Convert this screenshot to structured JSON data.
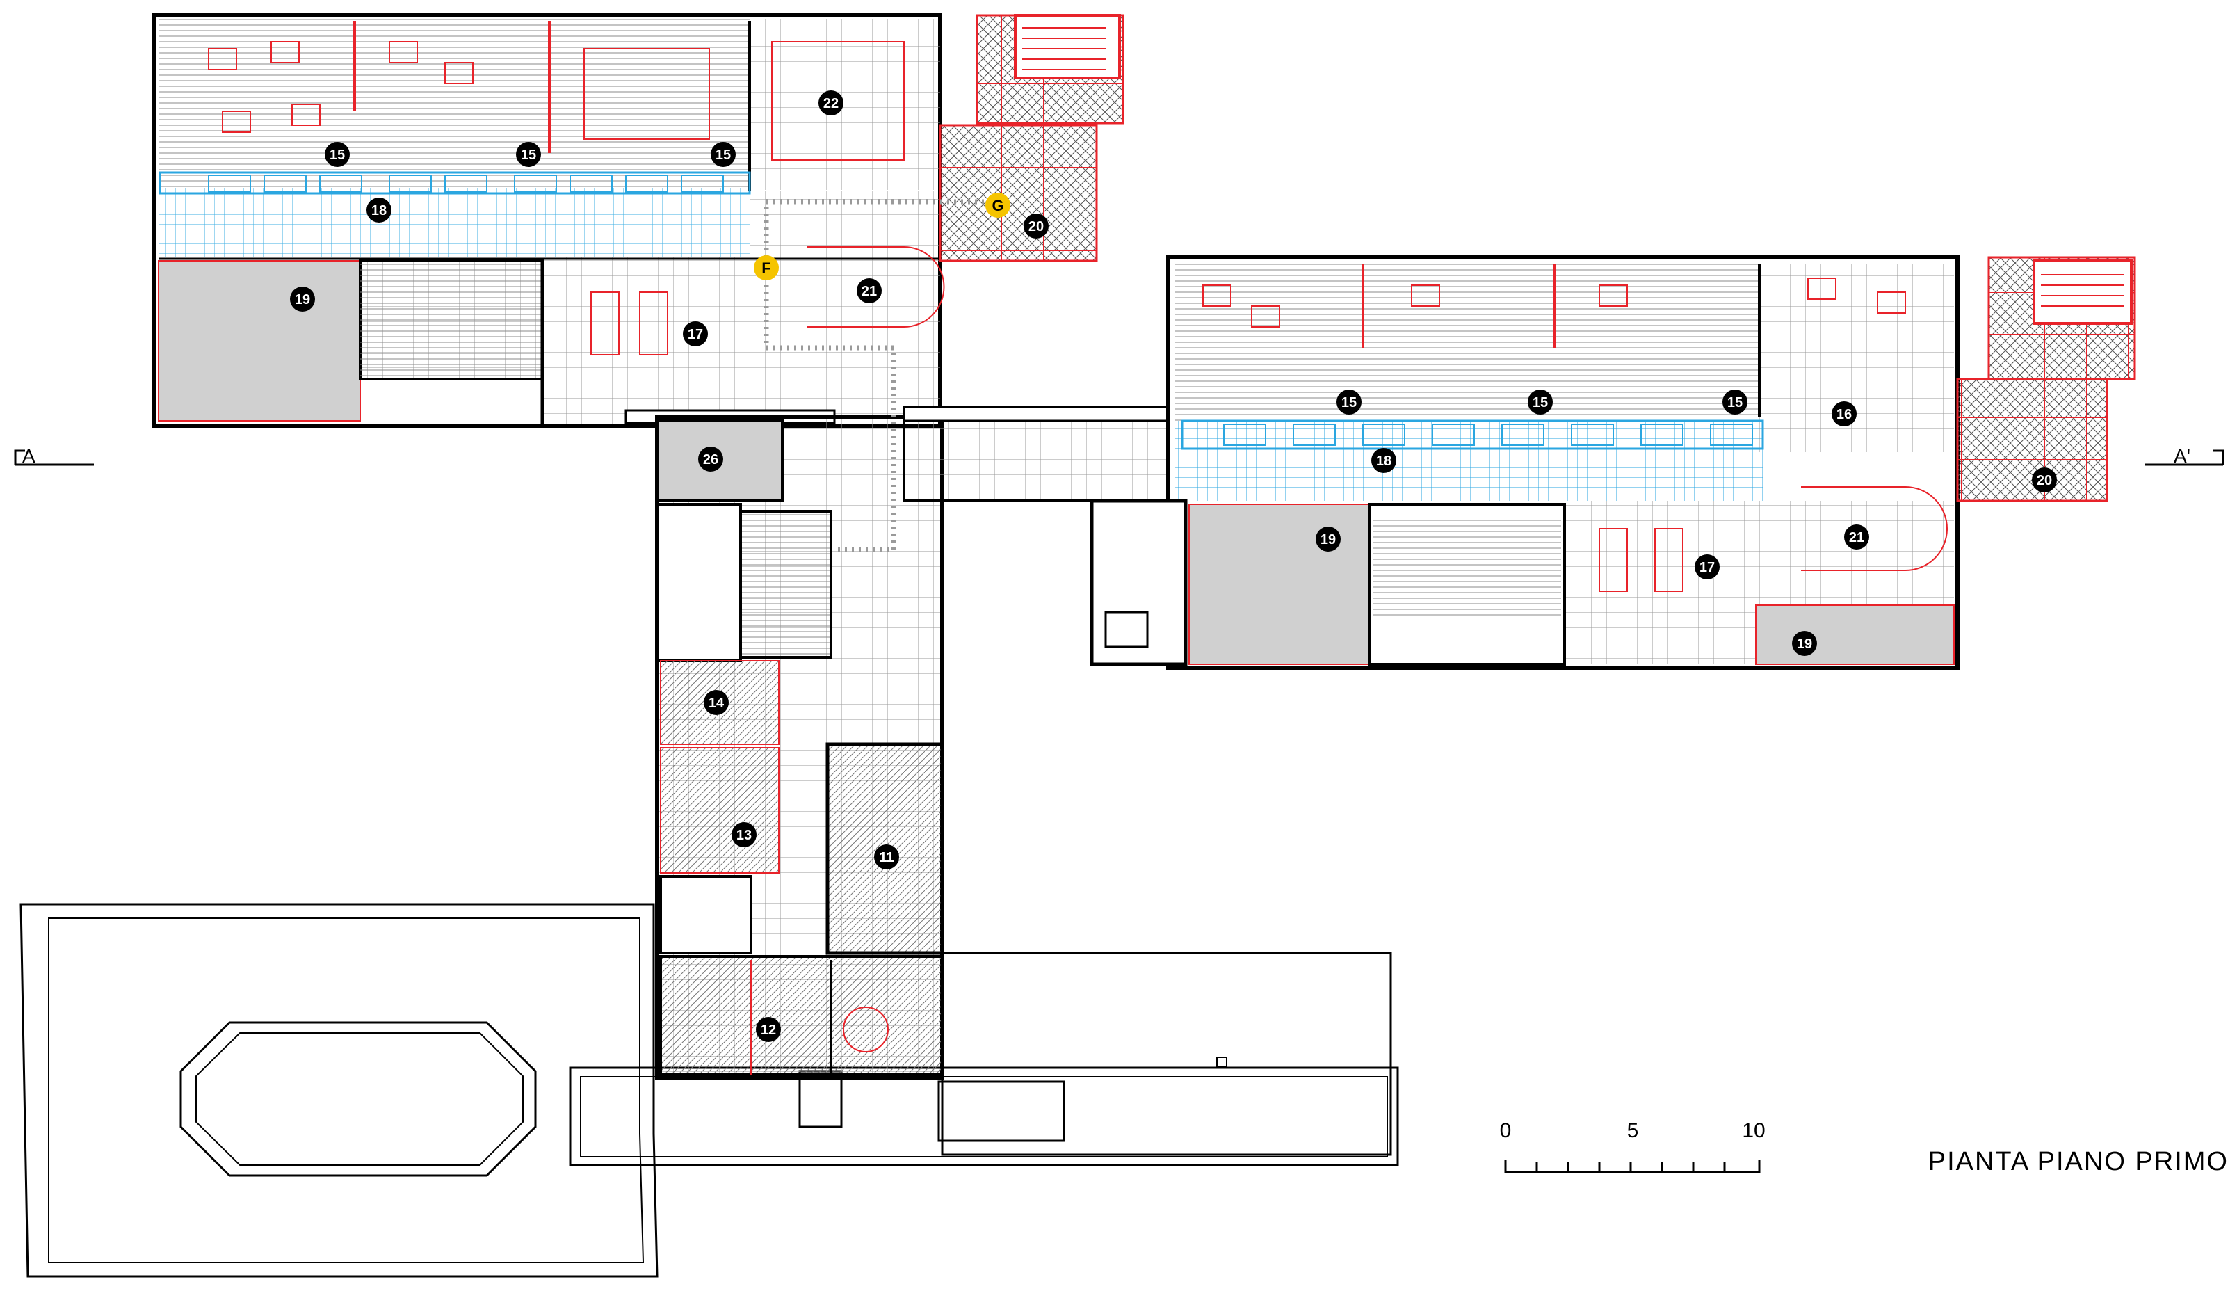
{
  "title": "PIANTA PIANO PRIMO",
  "scale_bar": {
    "ticks": [
      "0",
      "5",
      "10"
    ]
  },
  "section_markers": {
    "left": "A",
    "right": "A'"
  },
  "path_markers": [
    "F",
    "G"
  ],
  "room_labels": {
    "r15a": "15",
    "r15b": "15",
    "r15c": "15",
    "r22": "22",
    "r18a": "18",
    "r20a": "20",
    "r19a": "19",
    "r21a": "21",
    "r17a": "17",
    "r26": "26",
    "r14": "14",
    "r13": "13",
    "r11": "11",
    "r12": "12",
    "r15d": "15",
    "r15e": "15",
    "r15f": "15",
    "r16": "16",
    "r18b": "18",
    "r20b": "20",
    "r19b": "19",
    "r21b": "21",
    "r17b": "17",
    "r19c": "19"
  },
  "colors": {
    "wall": "#000000",
    "furniture": "#e8232a",
    "wet_zone": "#2aa6e0",
    "path_dots": "#9a9a9a",
    "marker_fill": "#f5c400",
    "service_gray": "#d0d0d0"
  }
}
